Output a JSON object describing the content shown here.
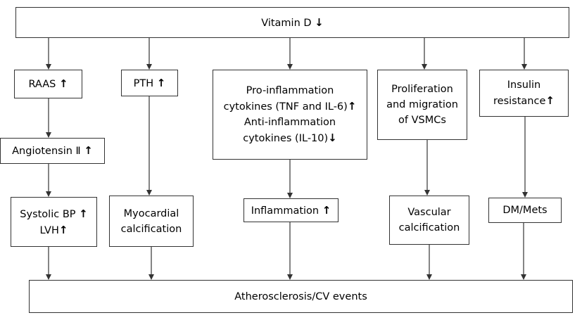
{
  "nodes": {
    "vitamin_d": {
      "label": "Vitamin D",
      "arrow": "↓"
    },
    "raas": {
      "label": "RAAS",
      "arrow": "↑"
    },
    "angiotensin": {
      "label": "Angiotensin Ⅱ",
      "arrow": "↑"
    },
    "systolic": {
      "line1": "Systolic BP",
      "line1_arrow": "↑",
      "line2": "LVH",
      "line2_arrow": "↑"
    },
    "pth": {
      "label": "PTH",
      "arrow": "↑"
    },
    "myocardial": {
      "label": "Myocardial\ncalcification"
    },
    "cytokines": {
      "line1": "Pro-inflammation",
      "line2": "cytokines (TNF and IL-6)",
      "line2_arrow": "↑",
      "line3": "Anti-inflammation",
      "line4": "cytokines (IL-10)",
      "line4_arrow": "↓"
    },
    "inflammation": {
      "label": "Inflammation",
      "arrow": "↑"
    },
    "vsmc": {
      "label": "Proliferation\nand migration\nof VSMCs"
    },
    "vascular": {
      "label": "Vascular\ncalcification"
    },
    "insulin": {
      "line1": "Insulin",
      "line2": "resistance",
      "line2_arrow": "↑"
    },
    "dm": {
      "label": "DM/Mets"
    },
    "athero": {
      "label": "Atherosclerosis/CV events"
    }
  }
}
